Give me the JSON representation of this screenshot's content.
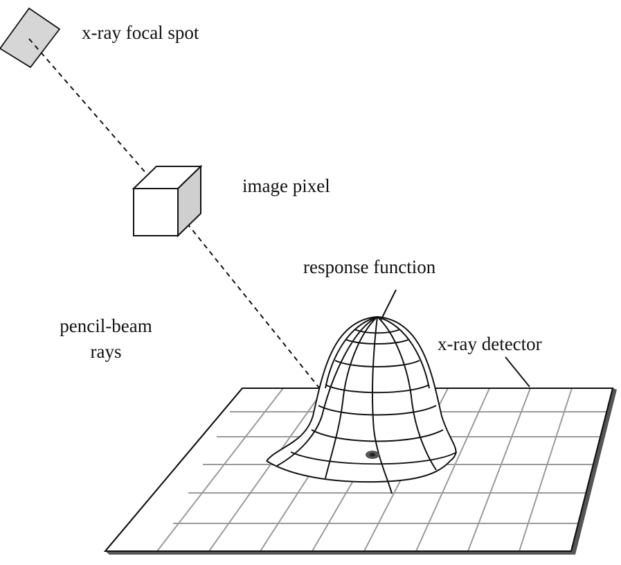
{
  "labels": {
    "focal_spot": "x-ray focal spot",
    "image_pixel": "image pixel",
    "response_function": "response function",
    "pencil_beam_line1": "pencil-beam",
    "pencil_beam_line2": "rays",
    "detector": "x-ray detector"
  },
  "colors": {
    "ink": "#111111",
    "grid": "#9a9a9a",
    "plate_edge": "#555555",
    "focal_fill": "#d6d6d6",
    "cube_side": "#cfcfcf",
    "hit_point": "#555555"
  }
}
